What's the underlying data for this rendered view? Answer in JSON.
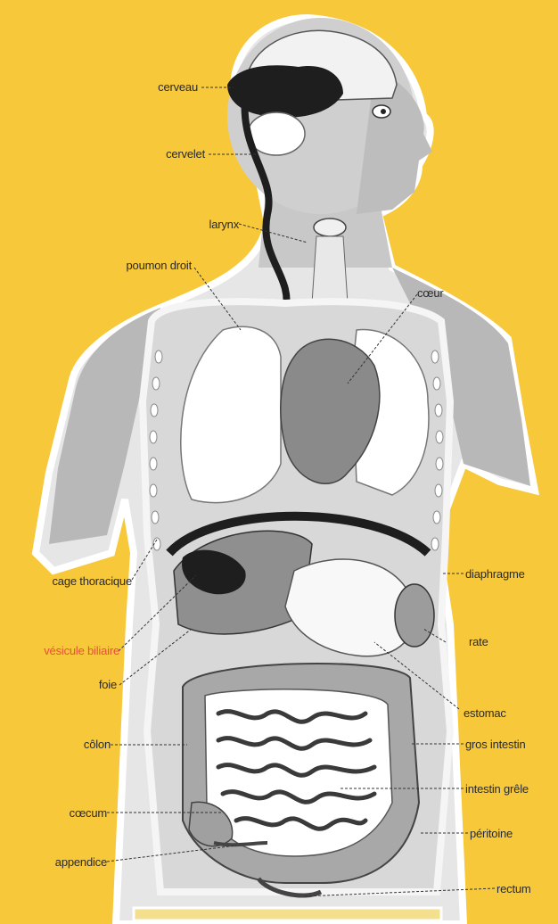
{
  "colors": {
    "background": "#F7C83A",
    "highlight_label": "#E8503A",
    "label_text": "#2a2a2a",
    "organ_dark": "#1e1e1e",
    "organ_mid": "#8a8a8a",
    "organ_light": "#ffffff",
    "body_outline": "#d9d9d9"
  },
  "labels": {
    "cerveau": "cerveau",
    "cervelet": "cervelet",
    "larynx": "larynx",
    "poumon_droit": "poumon droit",
    "coeur": "cœur",
    "cage_thoracique": "cage thoracique",
    "diaphragme": "diaphragme",
    "vesicule_biliaire": "vésicule biliaire",
    "rate": "rate",
    "foie": "foie",
    "estomac": "estomac",
    "colon": "côlon",
    "gros_intestin": "gros intestin",
    "intestin_grele": "intestin grêle",
    "caecum": "cœcum",
    "peritoine": "péritoine",
    "appendice": "appendice",
    "rectum": "rectum"
  }
}
